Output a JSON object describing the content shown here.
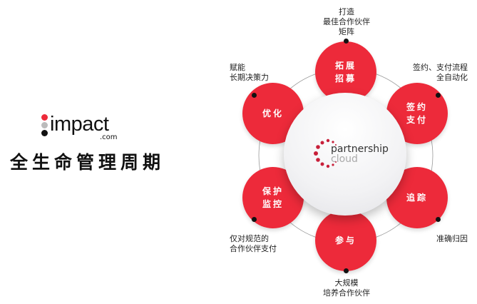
{
  "logo": {
    "name": "impact",
    "suffix": ".com"
  },
  "title": "全生命管理周期",
  "center": {
    "line1": "partnership",
    "line2": "cloud"
  },
  "stages": [
    {
      "label": "拓展\n招募",
      "note": "打造\n最佳合作伙伴\n矩阵"
    },
    {
      "label": "签约\n支付",
      "note": "签约、支付流程\n全自动化"
    },
    {
      "label": "追踪",
      "note": "准确归因"
    },
    {
      "label": "参与",
      "note": "大规模\n培养合作伙伴"
    },
    {
      "label": "保护\n监控",
      "note": "仅对规范的\n合作伙伴支付"
    },
    {
      "label": "优化",
      "note": "赋能\n长期决策力"
    }
  ],
  "colors": {
    "accent": "#ed2a3a",
    "text": "#111111"
  }
}
